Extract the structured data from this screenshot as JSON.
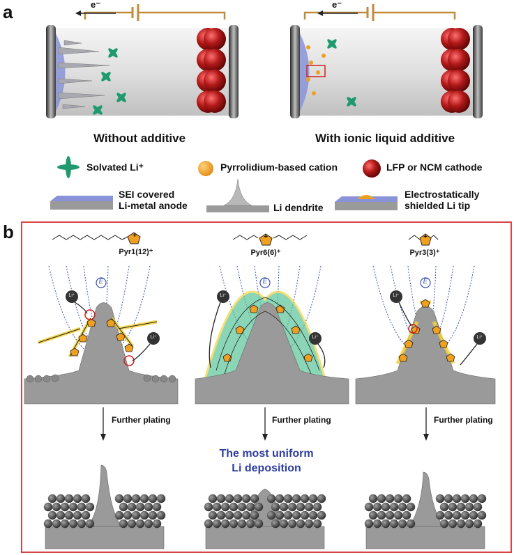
{
  "panel_a": {
    "letter": "a",
    "electron_label": "e⁻",
    "cell_left_title": "Without additive",
    "cell_right_title": "With ionic liquid additive",
    "legend": {
      "solvated_li": "Solvated Li⁺",
      "pyr_cation": "Pyrrolidium-based cation",
      "cathode": "LFP or NCM cathode",
      "sei_line1": "SEI covered",
      "sei_line2": "Li-metal anode",
      "dendrite": "Li dendrite",
      "shield_line1": "Electrostatically",
      "shield_line2": "shielded Li tip"
    }
  },
  "panel_b": {
    "letter": "b",
    "field_symbol": "E",
    "li_ion": "Li⁺",
    "cation_symbol": "+",
    "columns": [
      {
        "ion_label": "Pyr1(12)⁺",
        "plating_label": "Further plating"
      },
      {
        "ion_label": "Pyr6(6)⁺",
        "plating_label": "Further plating"
      },
      {
        "ion_label": "Pyr3(3)⁺",
        "plating_label": "Further plating"
      }
    ],
    "uniform_line1": "The most uniform",
    "uniform_line2": "Li deposition"
  },
  "colors": {
    "frame": "#d64545",
    "green_ion": "#1f9a6e",
    "orange_cation": "#f0a020",
    "cathode_red": "#a81818",
    "anode_blue": "#8a93d8",
    "field_blue": "#3a4fb5",
    "metal_gray": "#8a8a8a"
  }
}
